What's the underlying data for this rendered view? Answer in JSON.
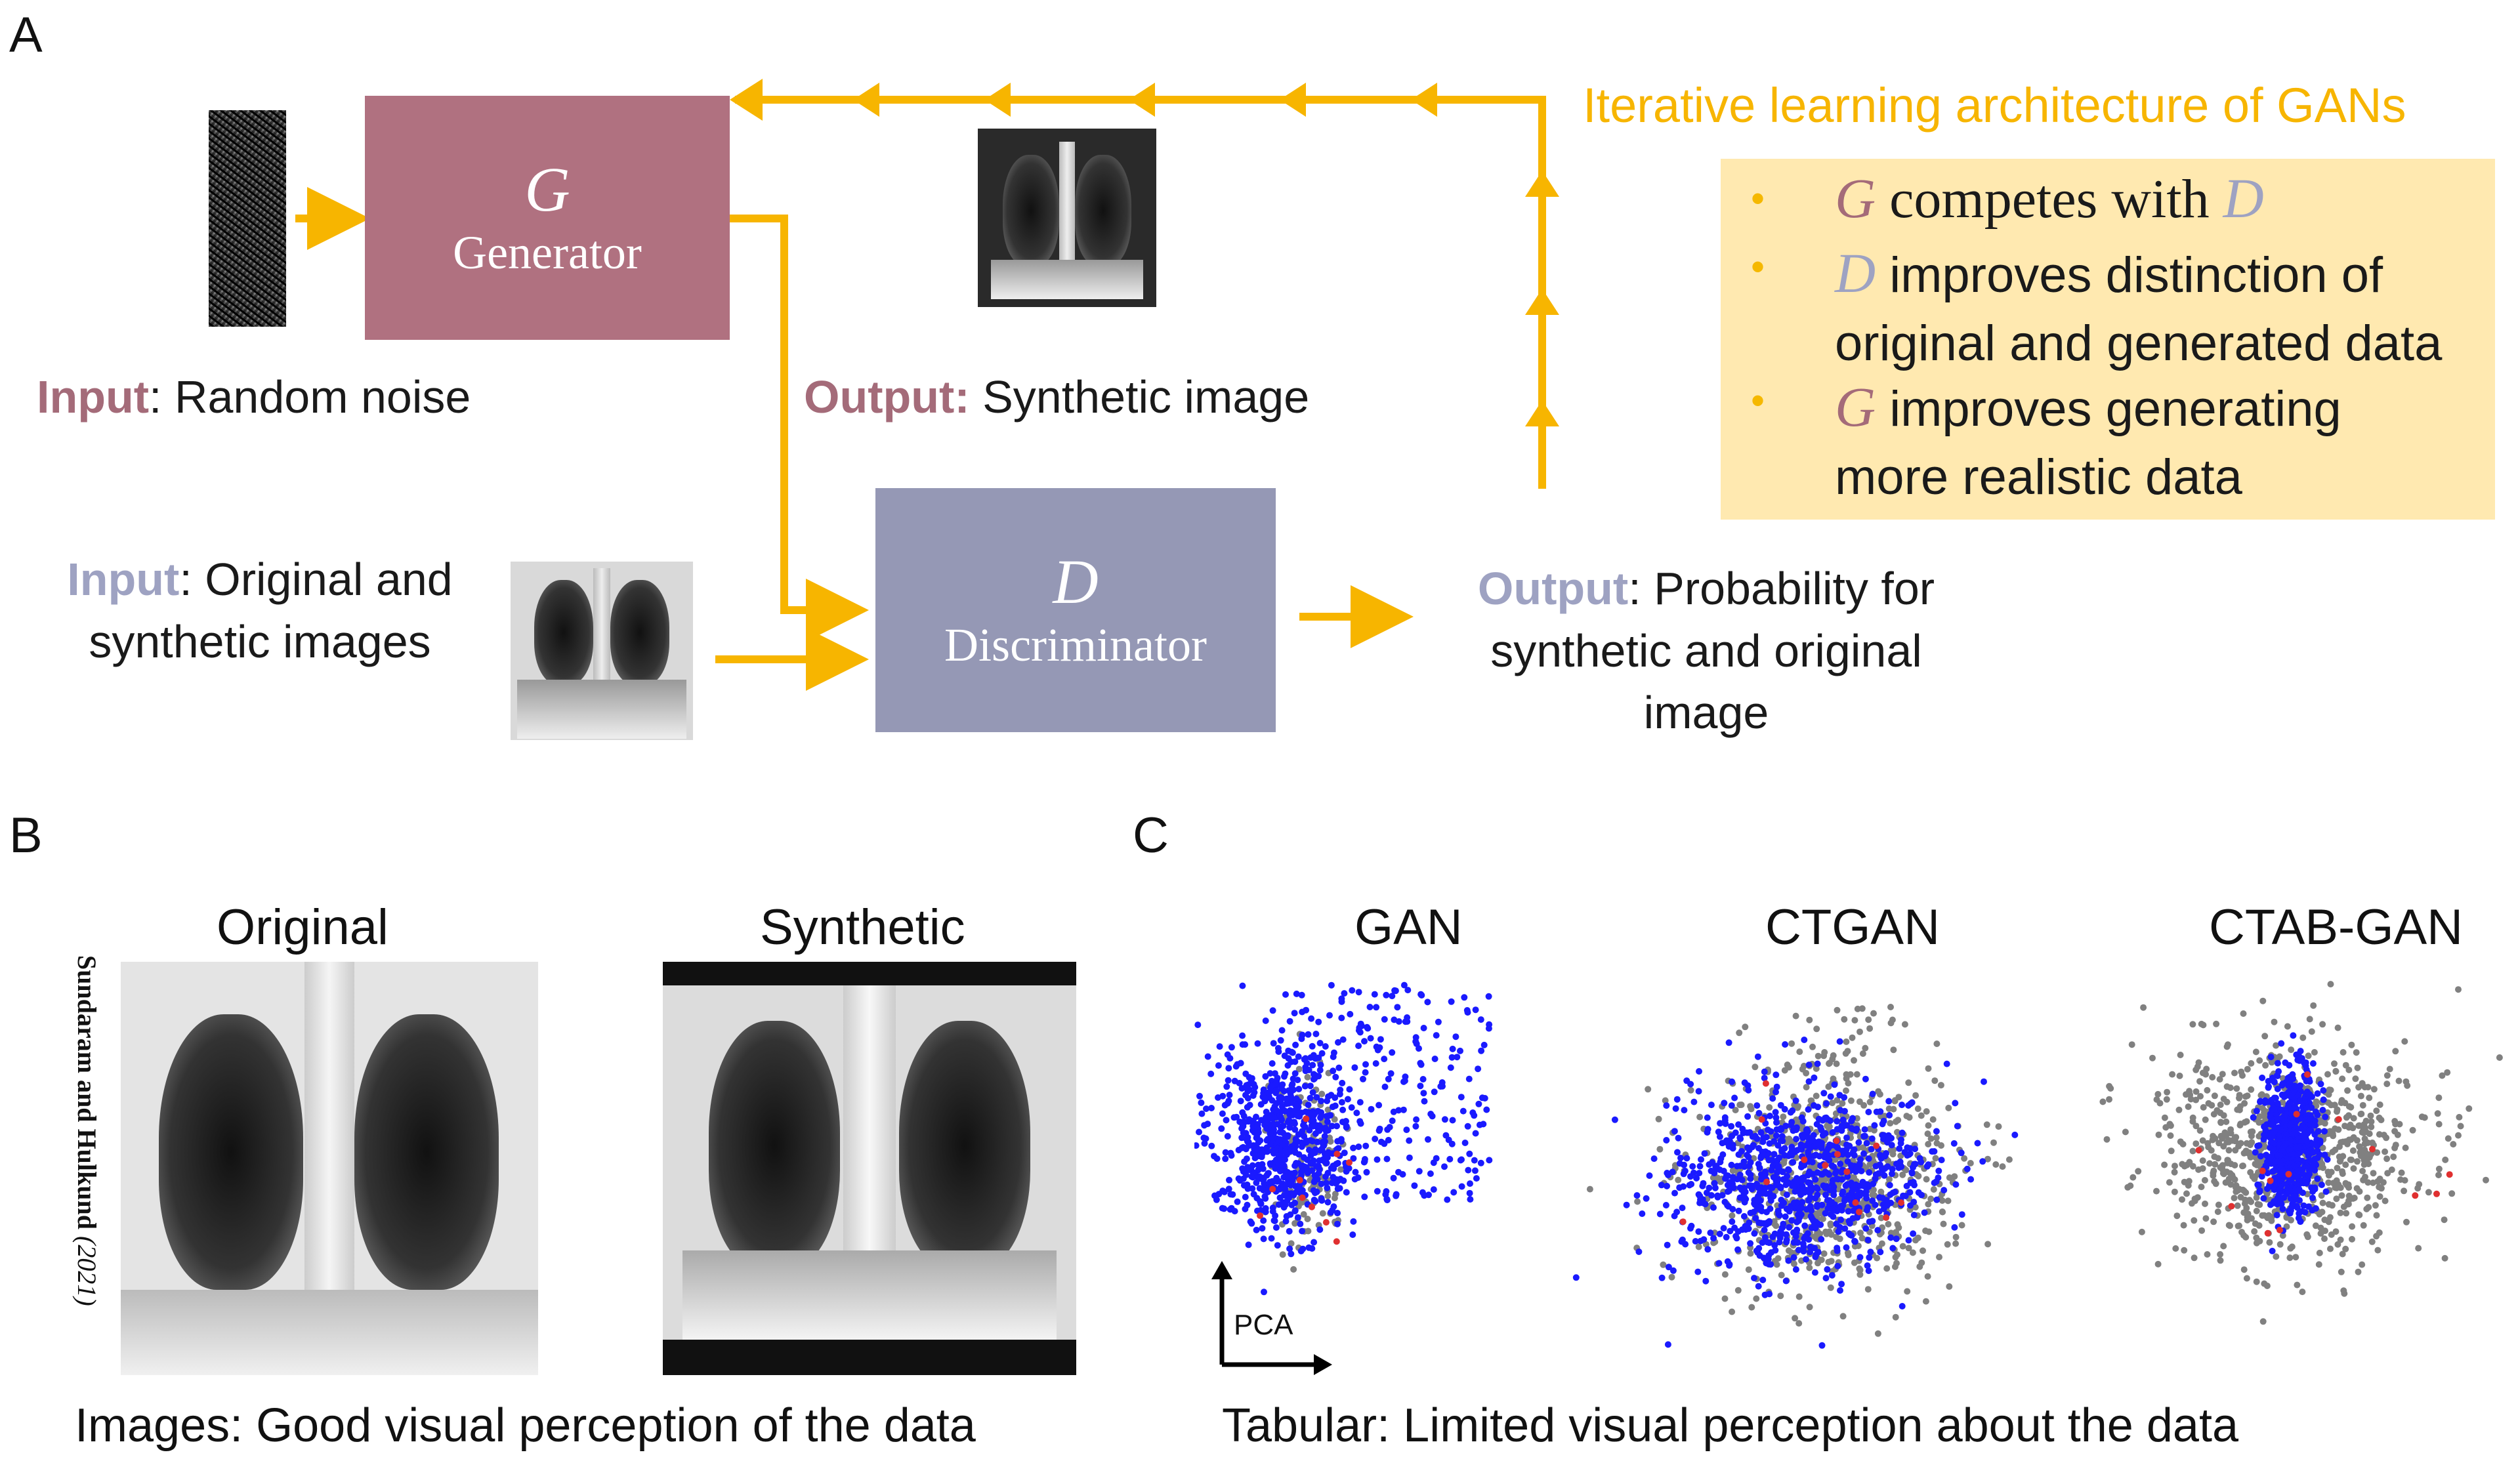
{
  "panels": {
    "a": "A",
    "b": "B",
    "c": "C"
  },
  "diagram": {
    "generator": {
      "symbol": "G",
      "name": "Generator"
    },
    "discriminator": {
      "symbol": "D",
      "name": "Discriminator"
    },
    "input_noise": {
      "keyword": "Input",
      "text": ": Random noise"
    },
    "output_synthetic": {
      "keyword": "Output:",
      "text": " Synthetic image"
    },
    "input_images": {
      "keyword": "Input",
      "text_1": ": Original and",
      "text_2": "synthetic images"
    },
    "output_prob": {
      "keyword": "Output",
      "text_1": ": Probability for",
      "text_2": "synthetic and original",
      "text_3": "image"
    },
    "legend": {
      "title": "Iterative learning architecture of GANs",
      "item1": {
        "sym": "G",
        "text": " competes with ",
        "sym2": "D"
      },
      "item2": {
        "sym": "D",
        "line1": " improves distinction of",
        "line2": "original and generated data"
      },
      "item3": {
        "sym": "G",
        "line1": " improves generating",
        "line2": "more realistic data"
      },
      "bullet": "•"
    },
    "colors": {
      "generator": "#b07180",
      "discriminator": "#9598b5",
      "arrow": "#f7b500",
      "legend_bg": "#ffe9b0",
      "legend_title": "#f7b500"
    }
  },
  "panel_b": {
    "original_title": "Original",
    "synthetic_title": "Synthetic",
    "citation": "Sundaram and Hulkund",
    "citation_year": "(2021)",
    "caption": "Images: Good visual perception of the data"
  },
  "panel_c": {
    "titles": [
      "GAN",
      "CTGAN",
      "CTAB-GAN"
    ],
    "axis_label": "PCA",
    "caption": "Tabular: Limited visual perception about the data",
    "colors": {
      "synthetic": "#1a1aff",
      "original": "#808080",
      "highlight": "#e03030"
    }
  }
}
